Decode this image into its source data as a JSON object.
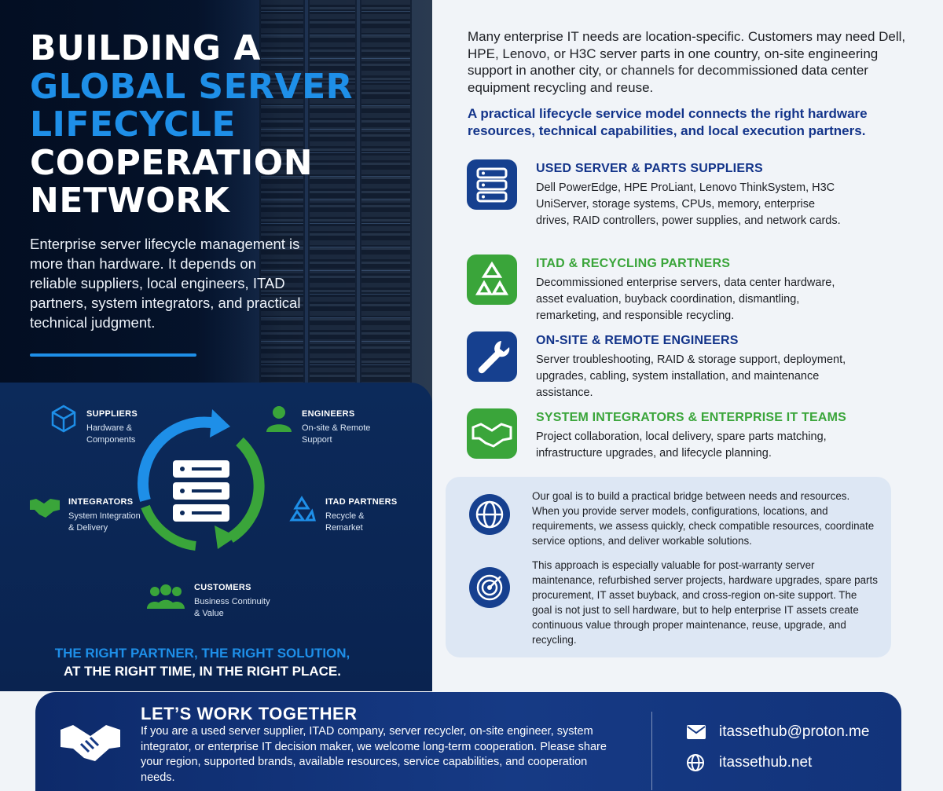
{
  "title": {
    "line1": "BUILDING A",
    "line2": "GLOBAL SERVER",
    "line3": "LIFECYCLE",
    "line4": "COOPERATION",
    "line5": "NETWORK"
  },
  "lead": "Enterprise server lifecycle management is more than hardware. It depends on reliable suppliers, local engineers, ITAD partners, system integrators, and practical technical judgment.",
  "cycle": {
    "suppliers": {
      "label": "SUPPLIERS",
      "sub1": "Hardware &",
      "sub2": "Components"
    },
    "engineers": {
      "label": "ENGINEERS",
      "sub1": "On-site & Remote",
      "sub2": "Support"
    },
    "integrators": {
      "label": "INTEGRATORS",
      "sub1": "System Integration",
      "sub2": "& Delivery"
    },
    "itad": {
      "label": "ITAD PARTNERS",
      "sub1": "Recycle &",
      "sub2": "Remarket"
    },
    "customers": {
      "label": "CUSTOMERS",
      "sub1": "Business Continuity",
      "sub2": "& Value"
    }
  },
  "tagline": {
    "line1": "THE RIGHT PARTNER, THE RIGHT SOLUTION,",
    "line2": "AT THE RIGHT TIME, IN THE RIGHT PLACE."
  },
  "intro": "Many enterprise IT needs are location-specific. Customers may need Dell, HPE, Lenovo, or H3C server parts in one country, on-site engineering support in another city, or channels for decommissioned data center equipment recycling and reuse.",
  "intro_bold": "A practical lifecycle service model connects the right hardware resources, technical capabilities, and local execution partners.",
  "services": [
    {
      "title": "USED SERVER & PARTS SUPPLIERS",
      "desc": "Dell PowerEdge, HPE ProLiant, Lenovo ThinkSystem, H3C UniServer, storage systems, CPUs, memory, enterprise drives, RAID controllers, power supplies, and network cards.",
      "icon": "server-stack-icon",
      "color": "#16408f"
    },
    {
      "title": "ITAD & RECYCLING PARTNERS",
      "desc": "Decommissioned enterprise servers, data center hardware, asset evaluation, buyback coordination, dismantling, remarketing, and responsible recycling.",
      "icon": "recycle-icon",
      "color": "#3aa53a"
    },
    {
      "title": "ON-SITE & REMOTE ENGINEERS",
      "desc": "Server troubleshooting, RAID & storage support, deployment, upgrades, cabling, system installation, and maintenance assistance.",
      "icon": "wrench-icon",
      "color": "#16408f"
    },
    {
      "title": "SYSTEM INTEGRATORS & ENTERPRISE IT TEAMS",
      "desc": "Project collaboration, local delivery, spare parts matching, infrastructure upgrades, and lifecycle planning.",
      "icon": "handshake-icon",
      "color": "#3aa53a"
    }
  ],
  "goal": {
    "p1": "Our goal is to build a practical bridge between needs and resources. When you provide server models, configurations, locations, and requirements, we assess quickly, check compatible resources, coordinate service options, and deliver workable solutions.",
    "p2": "This approach is especially valuable for post-warranty server maintenance, refurbished server projects, hardware upgrades, spare parts procurement, IT asset buyback, and cross-region on-site support. The goal is not just to sell hardware, but to help enterprise IT assets create continuous value through proper maintenance, reuse, upgrade, and recycling."
  },
  "banner": {
    "title": "LET’S WORK TOGETHER",
    "text": "If you are a used server supplier, ITAD company, server recycler, on-site engineer, system integrator, or enterprise IT decision maker, we welcome long-term cooperation. Please share your region, supported brands, available resources, service capabilities, and cooperation needs.",
    "email": "itassethub@proton.me",
    "website": "itassethub.net"
  }
}
